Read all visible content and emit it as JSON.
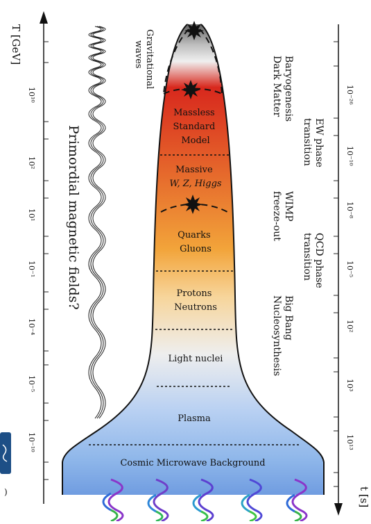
{
  "axes": {
    "temperature_label": "T [GeV]",
    "time_label": "t [s]",
    "temperature_ticks": [
      "10¹⁰",
      "10²",
      "10¹",
      "10⁻¹",
      "10⁻⁴",
      "10⁻⁵",
      "10⁻¹⁰"
    ],
    "time_ticks": [
      "10⁻²⁶",
      "10⁻¹⁰",
      "10⁻⁸",
      "10⁻⁵",
      "10²",
      "10³",
      "10¹³"
    ]
  },
  "side_labels": {
    "gravitational_waves": [
      "Gravitational",
      "waves"
    ],
    "magnetic_fields": "Primordial magnetic fields?"
  },
  "epochs": [
    [
      "Massless",
      "Standard",
      "Model"
    ],
    [
      "Massive",
      "W, Z, Higgs"
    ],
    [
      "Quarks",
      "Gluons"
    ],
    [
      "Protons",
      "Neutrons"
    ],
    [
      "Light nuclei"
    ],
    [
      "Plasma"
    ],
    [
      "Cosmic Microwave Background"
    ]
  ],
  "events": [
    [
      "Baryogenesis",
      "Dark Matter"
    ],
    [
      "EW phase",
      "transition"
    ],
    [
      "WIMP",
      "freeze-out"
    ],
    [
      "QCD phase",
      "transition"
    ],
    [
      "Big Bang",
      "Nucleosynthesis"
    ]
  ],
  "partial_text": ")",
  "colors": {
    "gray_top": "#b8b8b8",
    "red": "#d8281d",
    "orange": "#f2a43a",
    "cream": "#f7e9cf",
    "light": "#ececec",
    "blue": "#8fb7ea",
    "cmb_blue": "#6e9be0"
  }
}
